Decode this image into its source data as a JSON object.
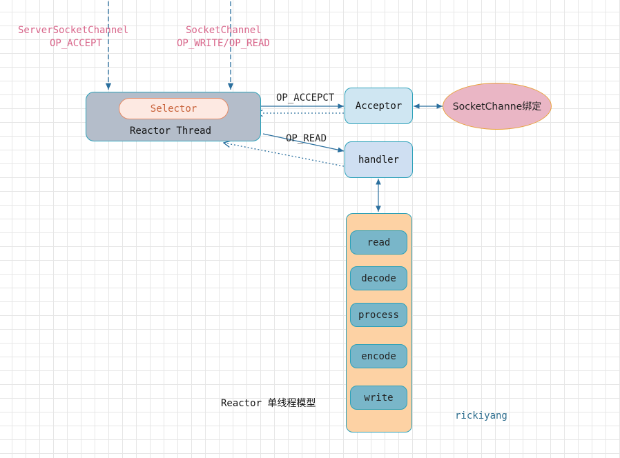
{
  "labels": {
    "server_socket_channel": "ServerSocketChannel",
    "op_accept": "OP_ACCEPT",
    "socket_channel": "SocketChannel",
    "op_write_read": "OP_WRITE/OP_READ",
    "op_acceptct": "OP_ACCEPCT",
    "op_read": "OP_READ"
  },
  "nodes": {
    "selector": "Selector",
    "reactor_thread": "Reactor Thread",
    "acceptor": "Acceptor",
    "socketchannel_bind": "SocketChanne绑定",
    "handler": "handler"
  },
  "steps": [
    "read",
    "decode",
    "process",
    "encode",
    "write"
  ],
  "caption": "Reactor 单线程模型",
  "author": "rickiyang",
  "colors": {
    "pink_text": "#d8658a",
    "blue_line": "#2a6f9e",
    "reactor_fill": "#b4bdca",
    "teal_border": "#2aa0b8",
    "selector_fill": "#fde9e2",
    "selector_text": "#c8623a",
    "acceptor_fill": "#cfe6f2",
    "handler_fill": "#cfdff2",
    "ellipse_fill": "#eab6c5",
    "ellipse_border": "#e8a23a",
    "step_panel_fill": "#fdd2a4",
    "step_fill": "#79b6c9",
    "author_text": "#2e6e8e"
  }
}
